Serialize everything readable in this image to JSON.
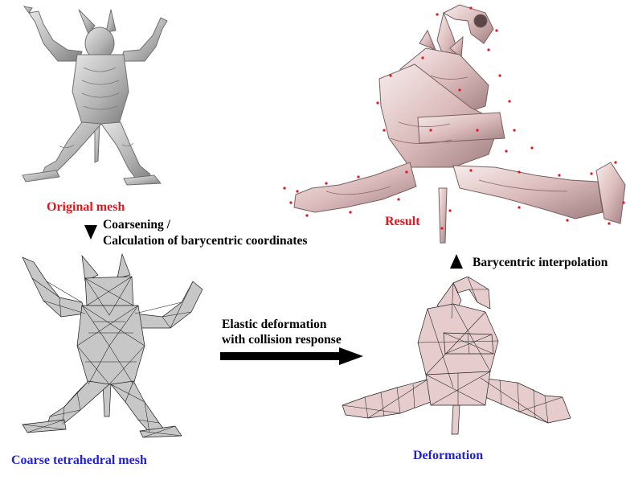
{
  "colors": {
    "original_label": "#e8141c",
    "result_label": "#e8141c",
    "coarse_label": "#1f1fd6",
    "deformation_label": "#1f1fd6",
    "gray_mesh": "#b9b9b9",
    "pink_mesh": "#ead3d3",
    "wire": "#222222",
    "arrow": "#000000"
  },
  "panels": {
    "original": {
      "label": "Original mesh"
    },
    "coarse": {
      "label": "Coarse tetrahedral mesh"
    },
    "deformation": {
      "label": "Deformation"
    },
    "result": {
      "label": "Result"
    }
  },
  "steps": {
    "coarsening": {
      "line1": "Coarsening /",
      "line2": "Calculation of barycentric coordinates"
    },
    "elastic": {
      "line1": "Elastic deformation",
      "line2": "with collision response"
    },
    "barycentric": {
      "line1": "Barycentric interpolation"
    }
  }
}
